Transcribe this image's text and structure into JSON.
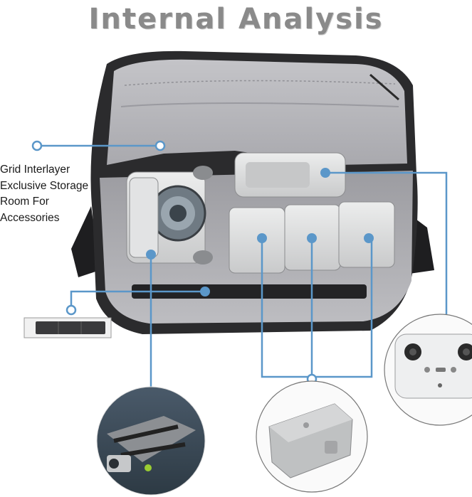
{
  "title": "Internal Analysis",
  "callout": {
    "lines": [
      "Grid Interlayer",
      "Exclusive Storage",
      "Room For",
      "Accessories"
    ]
  },
  "colors": {
    "leader": "#5b97c9",
    "title": "#8a8a8a",
    "bag_shell": "#2b2b2d",
    "lining": "#b9b9bd",
    "equipment": "#d8d9da"
  },
  "insets": {
    "drone": "drone-photo",
    "battery": "battery-photo",
    "controller": "remote-controller-photo",
    "strap": "strap-photo"
  }
}
